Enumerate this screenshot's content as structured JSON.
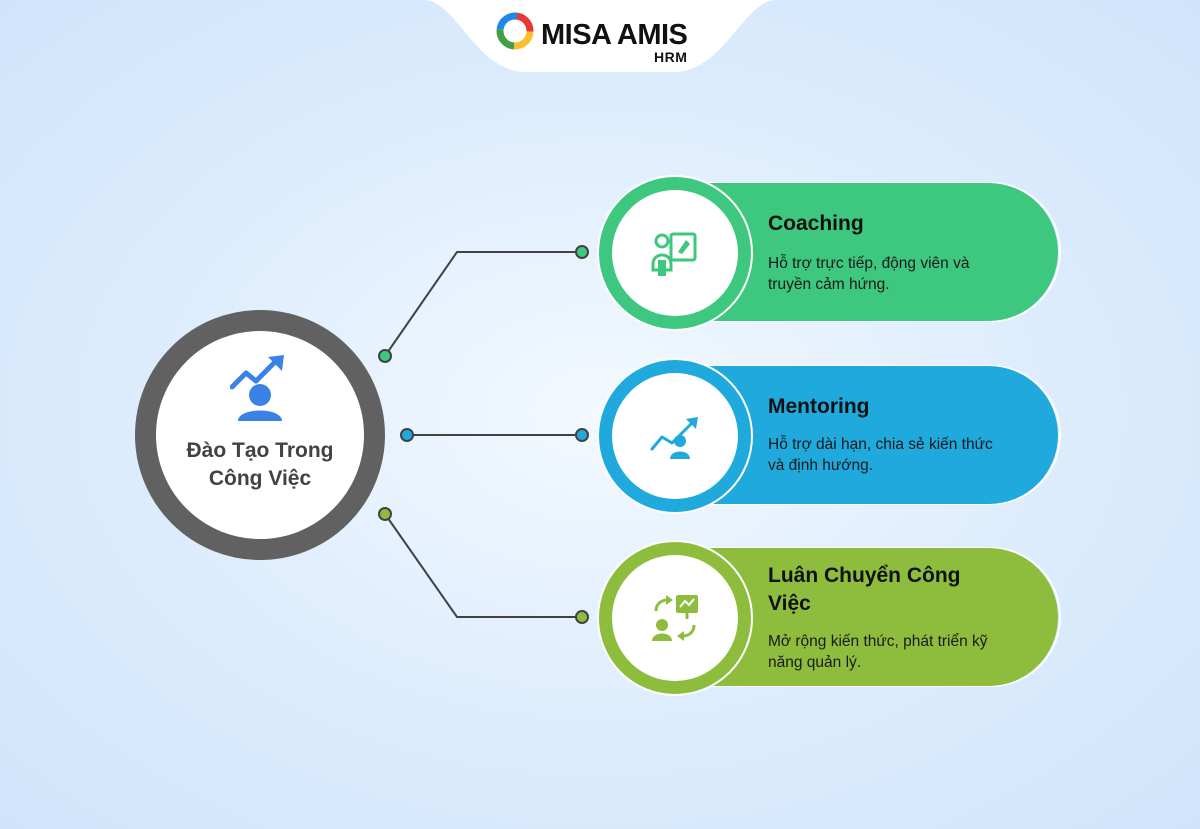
{
  "logo": {
    "name": "MISA AMIS",
    "product": "HRM"
  },
  "hub": {
    "title": "Đào Tạo Trong\nCông Việc",
    "icon": "person-growth-arrow-icon",
    "ring_color": "#616161"
  },
  "branches": [
    {
      "title": "Coaching",
      "description": "Hỗ trợ trực tiếp, động viên và truyền cảm hứng.",
      "color": "#3ec77e",
      "icon": "coaching-presentation-icon"
    },
    {
      "title": "Mentoring",
      "description": "Hỗ trợ dài hạn, chia sẻ kiến thức và định hướng.",
      "color": "#1fa9dc",
      "icon": "mentoring-growth-icon"
    },
    {
      "title": "Luân Chuyển Công Việc",
      "description": "Mở rộng kiến thức, phát triển kỹ năng quản lý.",
      "color": "#8ebd3e",
      "icon": "job-rotation-icon"
    }
  ],
  "connector_color": "#424242"
}
